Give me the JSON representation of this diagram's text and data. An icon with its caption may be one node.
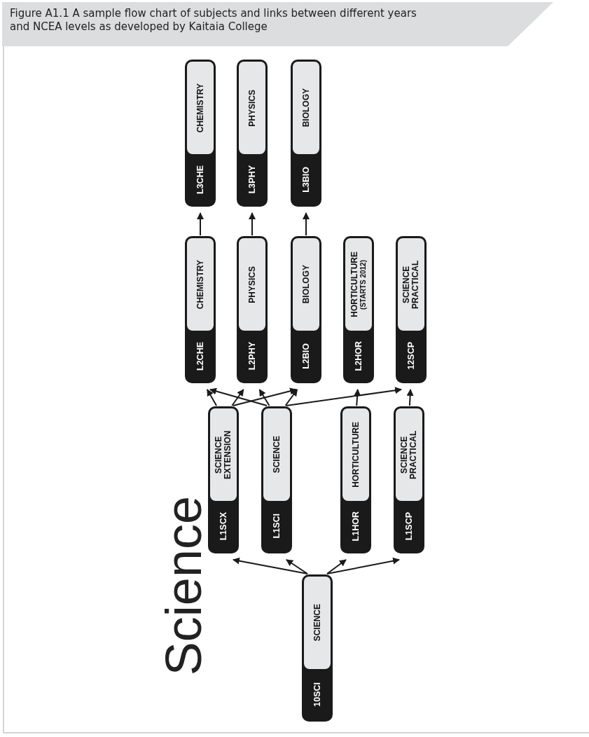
{
  "diagram": {
    "title": "Science",
    "caption": "Figure A1.1 A sample flow chart of subjects and links between different years and NCEA levels as developed by Kaitaia College",
    "nodes": [
      {
        "text": [
          "L3CHE",
          "CHEMISTRY"
        ]
      },
      {
        "text": [
          "L3PHY",
          "PHYSICS"
        ]
      },
      {
        "text": [
          "L3BIO",
          "BIOLOGY"
        ]
      },
      {
        "text": [
          "L2CHE",
          "CHEMISTRY"
        ]
      },
      {
        "text": [
          "L2PHY",
          "PHYSICS"
        ]
      },
      {
        "text": [
          "L2BIO",
          "BIOLOGY"
        ]
      },
      {
        "text": [
          "L2HOR",
          "HORTICULTURE",
          "(STARTS 2012)"
        ]
      },
      {
        "text": [
          "12SCP",
          "SCIENCE PRACTICAL"
        ]
      },
      {
        "text": [
          "L1SCX",
          "SCIENCE EXTENSION"
        ]
      },
      {
        "text": [
          "L1SCI",
          "SCIENCE"
        ]
      },
      {
        "text": [
          "L1HOR",
          "HORTICULTURE"
        ]
      },
      {
        "text": [
          "L1SCP",
          "SCIENCE PRACTICAL"
        ]
      },
      {
        "text": [
          "10SCI",
          "SCIENCE"
        ]
      }
    ],
    "edges": [
      {
        "from": 3,
        "to": 0,
        "arrow": "to"
      },
      {
        "from": 4,
        "to": 1,
        "arrow": "to"
      },
      {
        "from": 5,
        "to": 2,
        "arrow": "to"
      },
      {
        "from": 8,
        "to": 3,
        "arrow": "to"
      },
      {
        "from": 8,
        "to": 4,
        "arrow": "to"
      },
      {
        "from": 8,
        "to": 5,
        "arrow": "to"
      },
      {
        "from": 9,
        "to": 3,
        "arrow": "to"
      },
      {
        "from": 9,
        "to": 4,
        "arrow": "to"
      },
      {
        "from": 9,
        "to": 5,
        "arrow": "to"
      },
      {
        "from": 9,
        "to": 7,
        "arrow": "to"
      },
      {
        "from": 10,
        "to": 6,
        "arrow": "to"
      },
      {
        "from": 11,
        "to": 7,
        "arrow": "to"
      },
      {
        "from": 12,
        "to": 8,
        "arrow": "to"
      },
      {
        "from": 12,
        "to": 9,
        "arrow": "to"
      },
      {
        "from": 12,
        "to": 10,
        "arrow": "to"
      },
      {
        "from": 12,
        "to": 11,
        "arrow": "to"
      }
    ]
  }
}
